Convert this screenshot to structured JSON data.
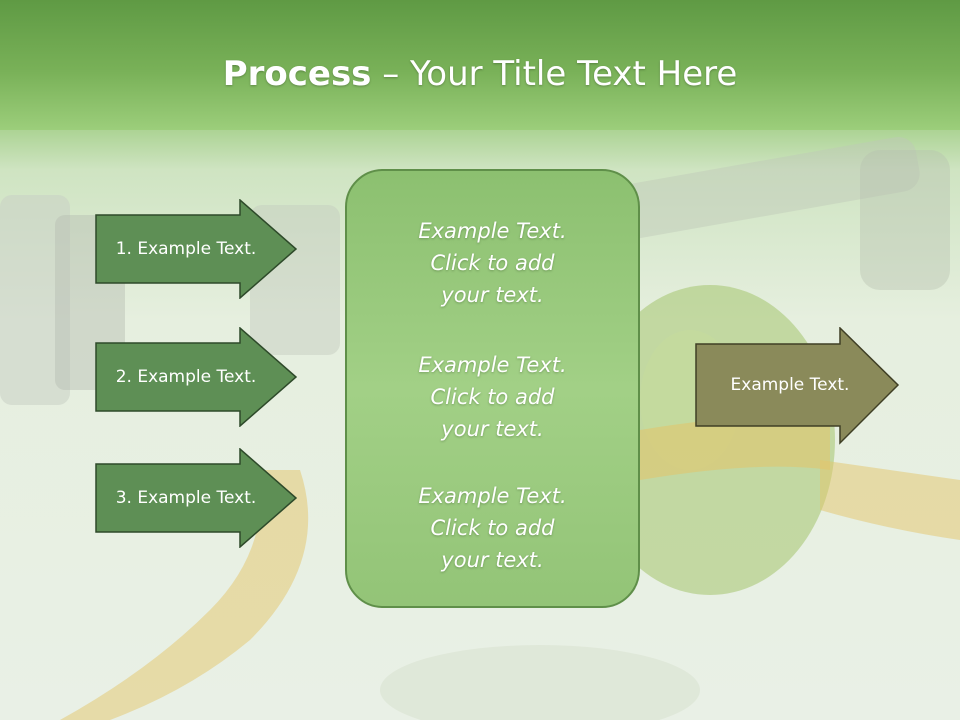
{
  "slide": {
    "title_bold": "Process",
    "title_rest": " – Your Title Text Here"
  },
  "left_arrows": [
    {
      "label": "1. Example Text."
    },
    {
      "label": "2. Example Text."
    },
    {
      "label": "3. Example Text."
    }
  ],
  "center_box": {
    "items": [
      {
        "line1": "Example Text.",
        "line2": "Click  to add",
        "line3": "your text."
      },
      {
        "line1": "Example Text.",
        "line2": "Click  to add",
        "line3": "your text."
      },
      {
        "line1": "Example Text.",
        "line2": "Click  to add",
        "line3": "your text."
      }
    ]
  },
  "right_arrow": {
    "label": "Example Text."
  },
  "colors": {
    "header_green": "#6aa64d",
    "left_arrow_fill": "#5e8f55",
    "right_arrow_fill": "#8a8a5a",
    "center_box_fill": "#9ccb80"
  }
}
